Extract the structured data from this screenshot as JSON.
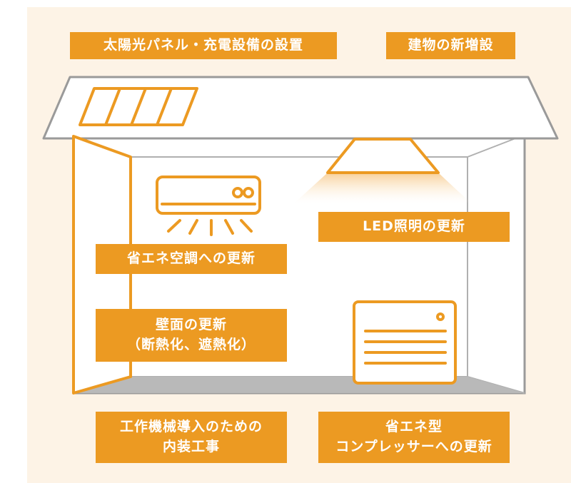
{
  "labels": {
    "solar": "太陽光パネル・充電設備の設置",
    "building": "建物の新増設",
    "led": "LED照明の更新",
    "aircon": "省エネ空調への更新",
    "wall_line1": "壁面の更新",
    "wall_line2": "（断熱化、遮熱化）",
    "interior_line1": "工作機械導入のための",
    "interior_line2": "内装工事",
    "compressor_line1": "省エネ型",
    "compressor_line2": "コンプレッサーへの更新"
  },
  "colors": {
    "accent": "#ec9a22",
    "background": "#fdf3e6",
    "outline": "#9a9a9a",
    "floor": "#b9b9b9"
  }
}
